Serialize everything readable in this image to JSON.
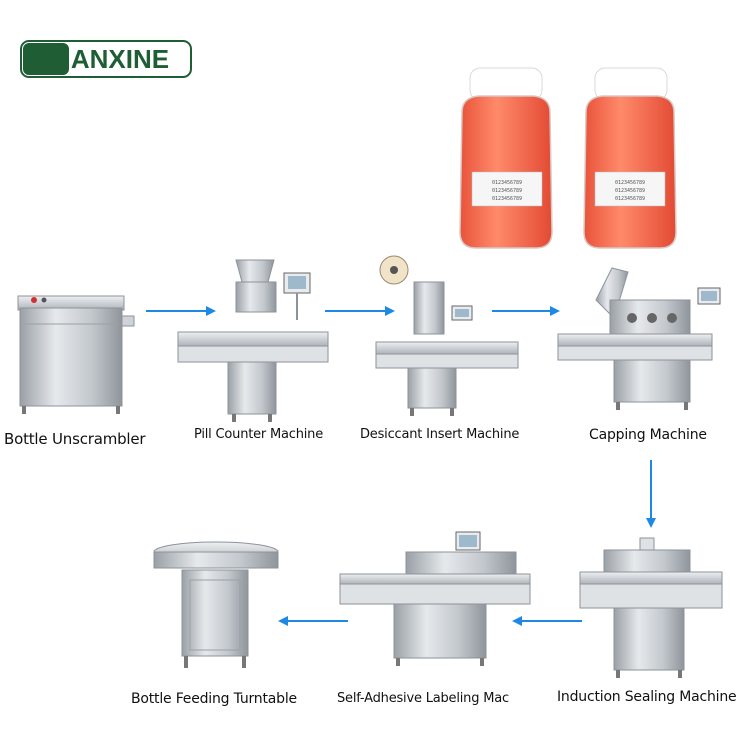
{
  "logo": {
    "text": "ANXINE",
    "color": "#1f5e35",
    "text_color": "#ffffff"
  },
  "colors": {
    "arrow": "#1e88e5",
    "steel": "#c8ccd1",
    "steel_dark": "#8d939a",
    "gummy": "#ff6a4d"
  },
  "steps": [
    {
      "id": "bottle-unscrambler",
      "label": "Bottle Unscrambler"
    },
    {
      "id": "pill-counter",
      "label": "Pill Counter Machine"
    },
    {
      "id": "desiccant-insert",
      "label": "Desiccant Insert Machine"
    },
    {
      "id": "capping",
      "label": "Capping Machine"
    },
    {
      "id": "induction-sealing",
      "label": "Induction Sealing Machine"
    },
    {
      "id": "labeling",
      "label": "Self-Adhesive Labeling Mac"
    },
    {
      "id": "turntable",
      "label": "Bottle Feeding Turntable"
    }
  ],
  "bottle_label_lines": [
    "0123456789",
    "0123456789",
    "0123456789"
  ]
}
